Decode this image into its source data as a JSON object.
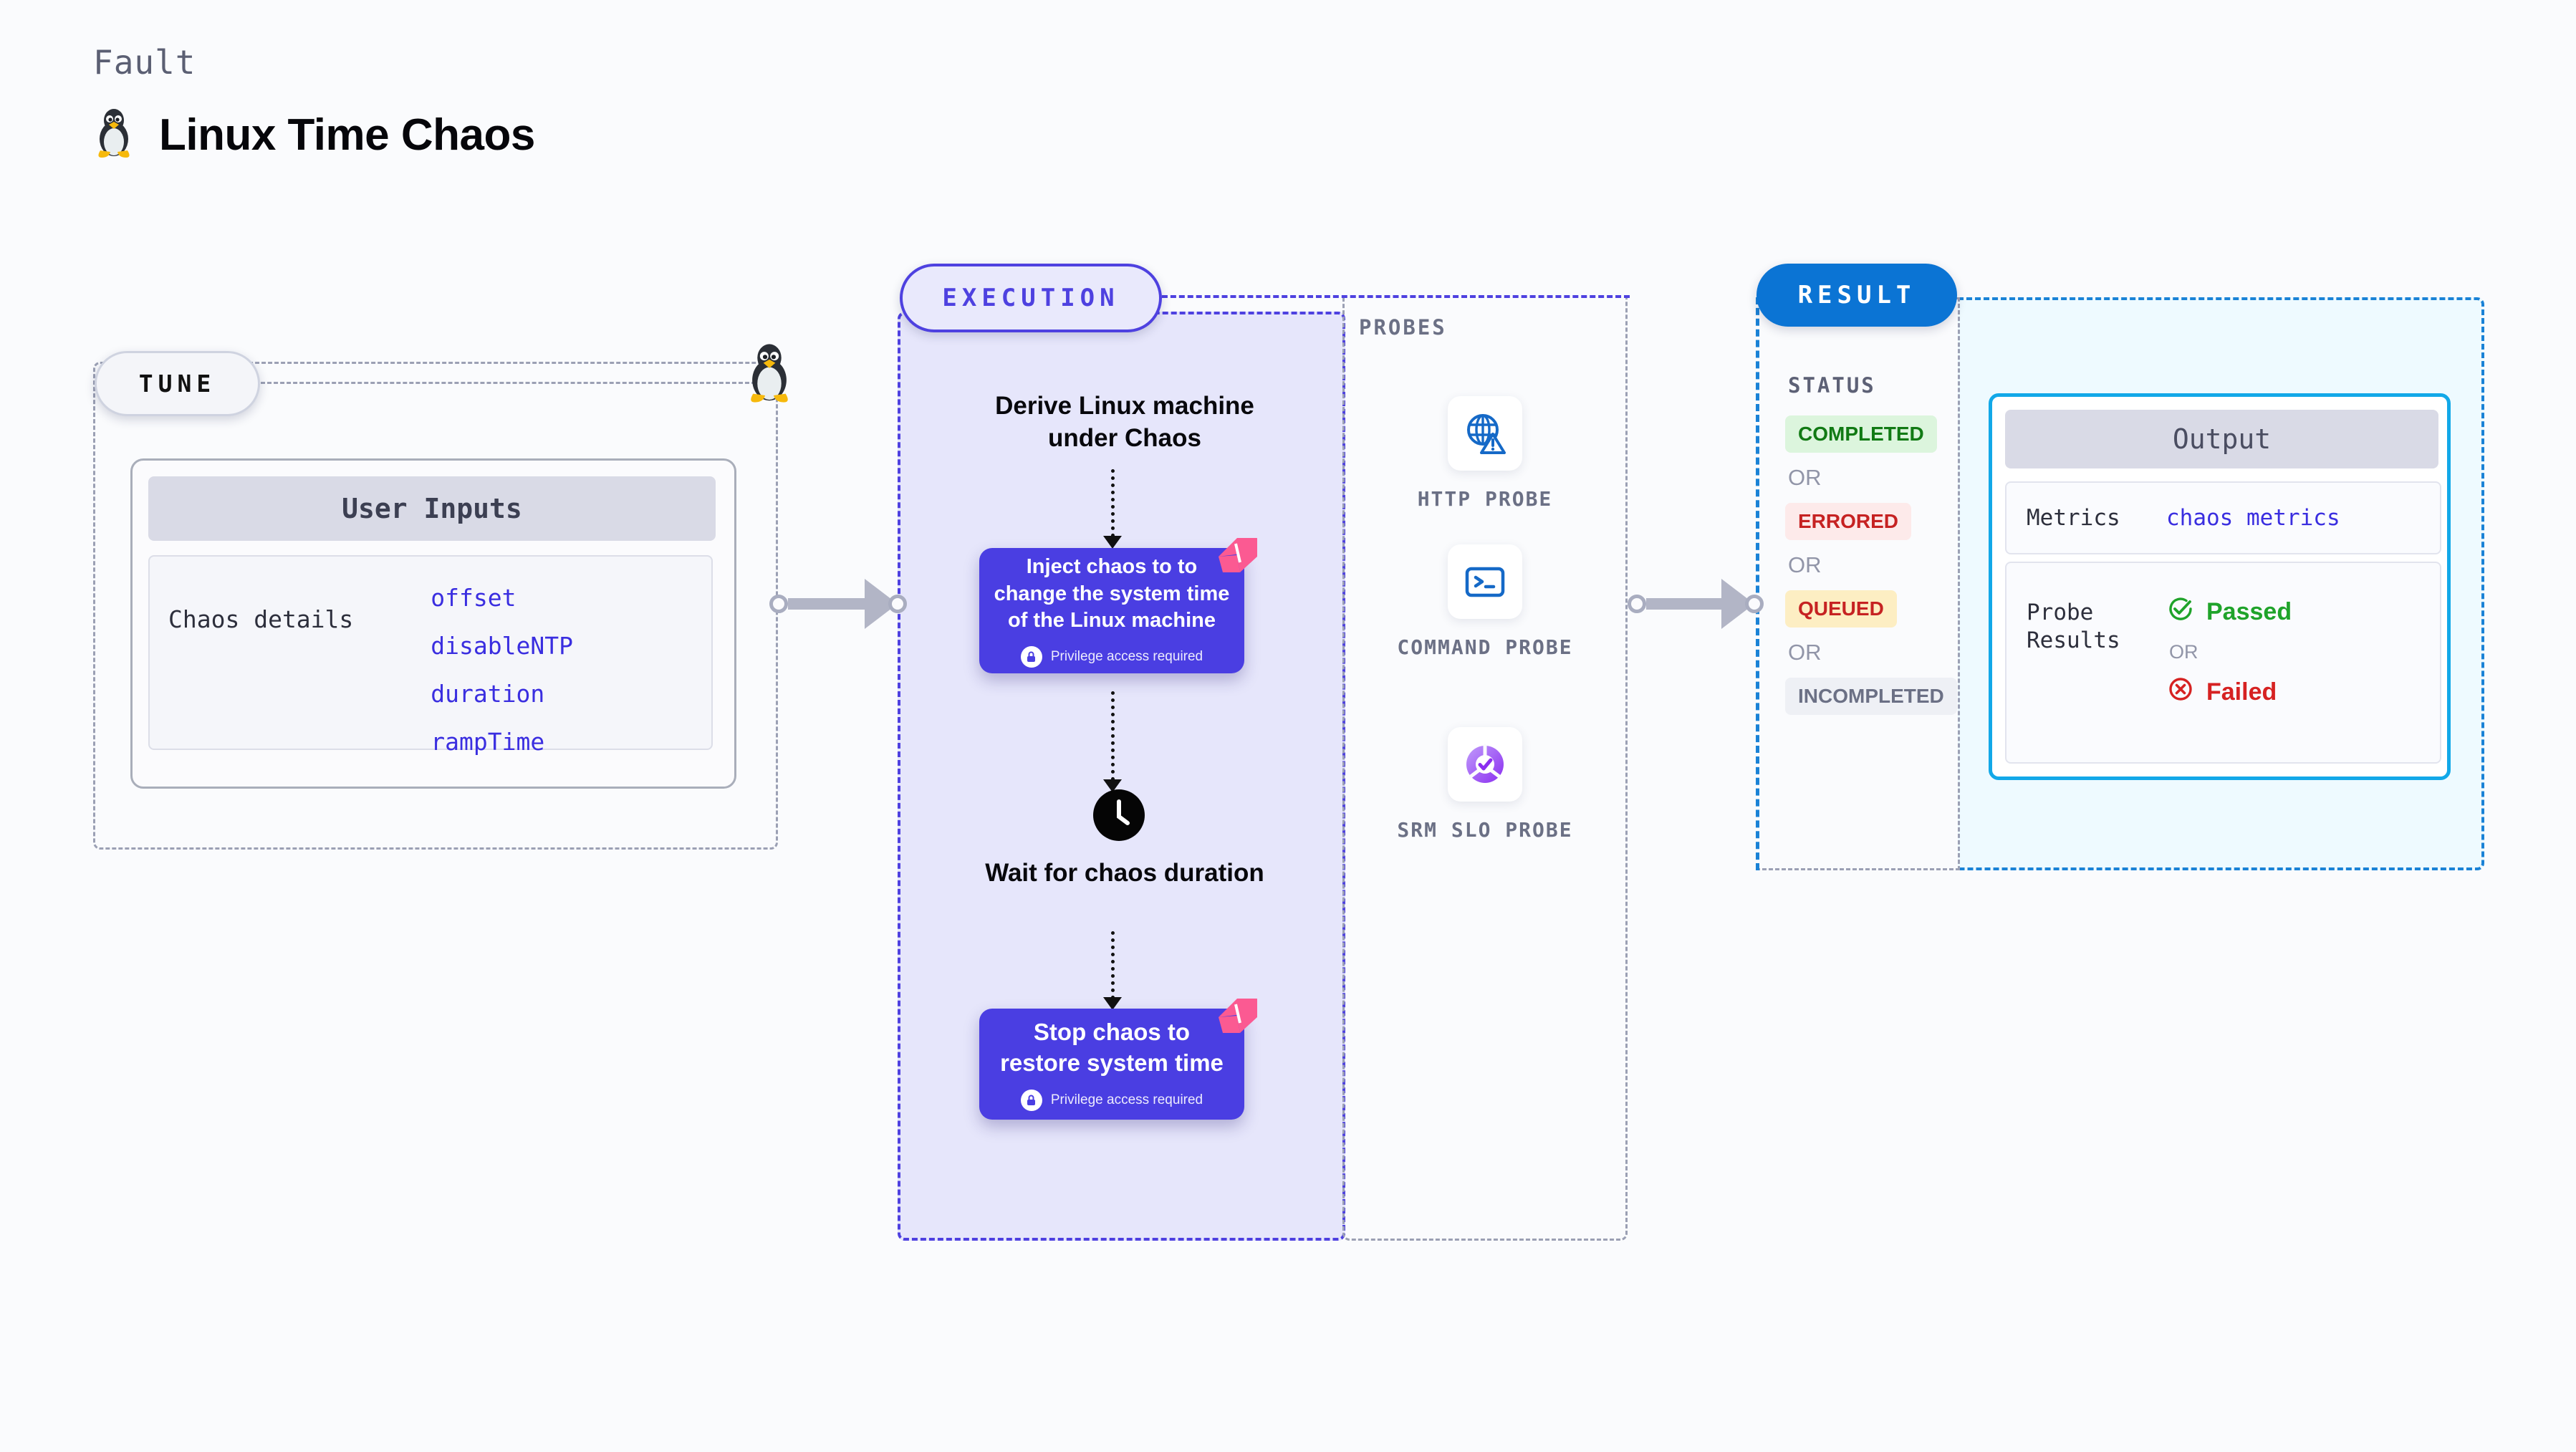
{
  "header": {
    "kicker": "Fault",
    "title": "Linux Time Chaos",
    "icon": "tux-penguin-icon"
  },
  "tune": {
    "badge": "TUNE",
    "card_title": "User Inputs",
    "details_label": "Chaos details",
    "params": [
      "offset",
      "disableNTP",
      "duration",
      "rampTime"
    ],
    "connector_icon": "tux-penguin-icon"
  },
  "execution": {
    "badge": "EXECUTION",
    "steps": [
      {
        "kind": "text",
        "label": "Derive Linux machine under Chaos"
      },
      {
        "kind": "box",
        "label": "Inject chaos to to change the system time of the Linux machine",
        "note": "Privilege access required",
        "note_icon": "lock-icon",
        "ribbon": "chaos-ribbon-icon"
      },
      {
        "kind": "text",
        "label": "Wait for chaos duration",
        "icon": "clock-icon"
      },
      {
        "kind": "box",
        "label": "Stop chaos to restore system time",
        "note": "Privilege access required",
        "note_icon": "lock-icon",
        "ribbon": "chaos-ribbon-icon"
      }
    ]
  },
  "probes": {
    "label": "PROBES",
    "items": [
      {
        "name": "HTTP PROBE",
        "icon": "globe-warning-icon"
      },
      {
        "name": "COMMAND PROBE",
        "icon": "terminal-icon"
      },
      {
        "name": "SRM SLO PROBE",
        "icon": "slo-donut-check-icon"
      }
    ]
  },
  "result": {
    "badge": "RESULT",
    "status_label": "STATUS",
    "or_label": "OR",
    "statuses": [
      {
        "label": "COMPLETED",
        "bg": "#dcf5dd",
        "fg": "#117a14"
      },
      {
        "label": "ERRORED",
        "bg": "#fdeaea",
        "fg": "#c62222"
      },
      {
        "label": "QUEUED",
        "bg": "#fdeec3",
        "fg": "#c62222"
      },
      {
        "label": "INCOMPLETED",
        "bg": "#eef0f5",
        "fg": "#6b7085"
      }
    ],
    "output": {
      "title": "Output",
      "metrics_key": "Metrics",
      "metrics_value": "chaos metrics",
      "probe_key": "Probe Results",
      "passed": "Passed",
      "or_label": "OR",
      "failed": "Failed",
      "passed_icon": "check-circle-icon",
      "failed_icon": "x-circle-icon"
    }
  },
  "colors": {
    "indigo": "#4a3ee2",
    "blue": "#0b74d4",
    "cyan": "#12a8e8",
    "pink": "#fb5a92",
    "green": "#1fa32a",
    "red": "#d62222",
    "gray_dash": "#9ba0b4"
  }
}
